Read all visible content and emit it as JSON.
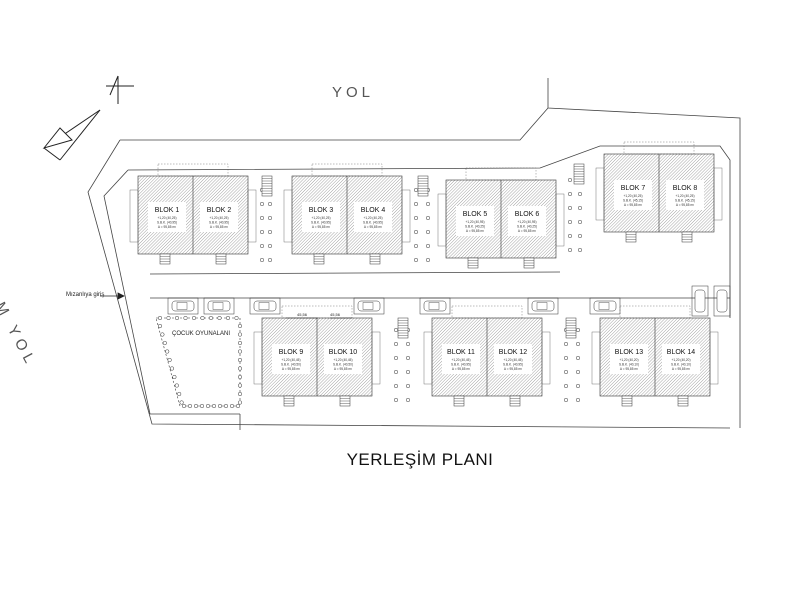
{
  "plan": {
    "title": "YERLEŞİM PLANI",
    "roads": {
      "top": "YOL",
      "left": "HAM YOL"
    },
    "entrance_label": "Mızanlıya giriş",
    "playground_label": "ÇOCUK OYUNALANI"
  },
  "colors": {
    "line": "#333333",
    "hatch": "#9a9a9a",
    "background": "#ffffff"
  },
  "blocks": [
    {
      "left": "BLOK 1",
      "right": "BLOK 2",
      "stats": [
        "+1,20 (40,25)",
        "S.B.K. (40,95)",
        "A = 95,85 m²"
      ]
    },
    {
      "left": "BLOK 3",
      "right": "BLOK 4",
      "stats": [
        "+1,20 (40,25)",
        "S.B.K. (40,95)",
        "A = 95,85 m²"
      ]
    },
    {
      "left": "BLOK 5",
      "right": "BLOK 6",
      "stats": [
        "+1,20 (40,95)",
        "S.B.K. (40,25)",
        "A = 95,85 m²"
      ]
    },
    {
      "left": "BLOK 7",
      "right": "BLOK 8",
      "stats": [
        "+1,20 (40,25)",
        "S.B.K. (45,15)",
        "A = 95,85 m²"
      ]
    },
    {
      "left": "BLOK 9",
      "right": "BLOK 10",
      "stats": [
        "+1,20 (40,45)",
        "S.B.K. (40,50)",
        "A = 95,85 m²"
      ]
    },
    {
      "left": "BLOK 11",
      "right": "BLOK 12",
      "stats": [
        "+1,20 (40,45)",
        "S.B.K. (40,95)",
        "A = 95,85 m²"
      ]
    },
    {
      "left": "BLOK 13",
      "right": "BLOK 14",
      "stats": [
        "+1,20 (40,20)",
        "S.B.K. (40,10)",
        "A = 95,85 m²"
      ]
    }
  ],
  "dimensions": [
    "45,56",
    "45,56"
  ]
}
